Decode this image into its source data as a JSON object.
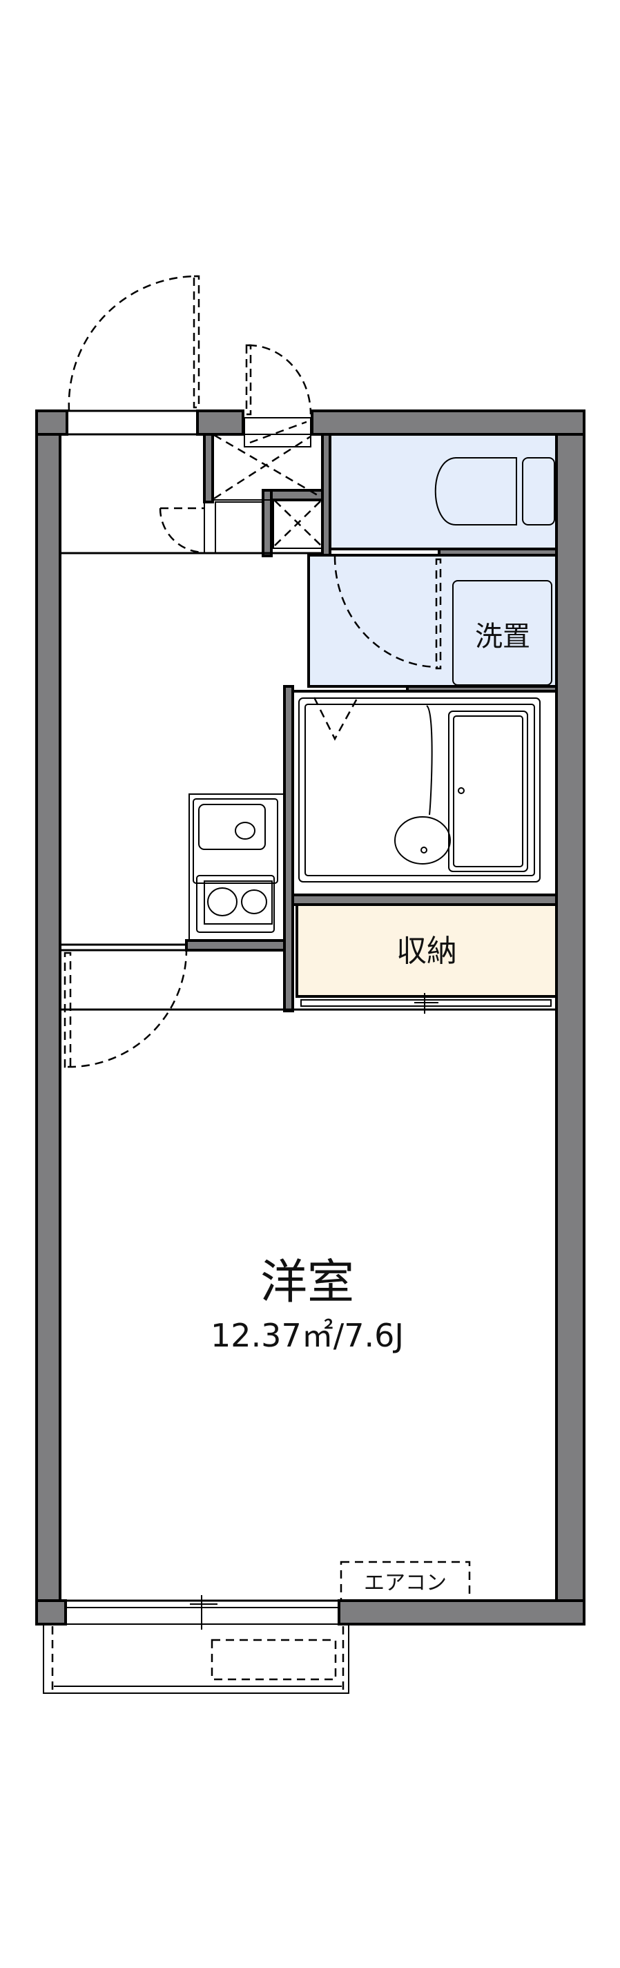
{
  "floorplan": {
    "rooms": {
      "washroom_label": "洗置",
      "storage_label": "収納",
      "main_room_label": "洋室",
      "main_room_area": "12.37㎡/7.6J",
      "aircon_label": "エアコン"
    },
    "colors": {
      "wall": "#7e7e80",
      "wet_area": "#e4edfb",
      "storage": "#fdf4e3"
    }
  }
}
